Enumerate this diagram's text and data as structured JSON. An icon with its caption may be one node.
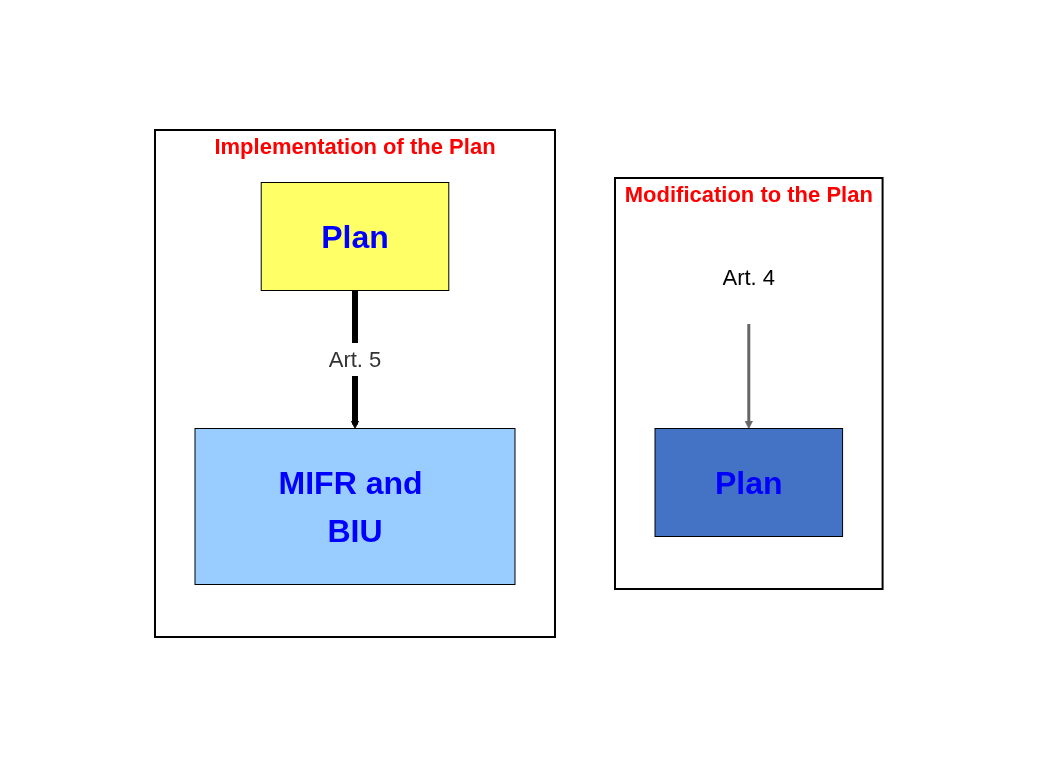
{
  "diagram": {
    "nodes": [
      {
        "text": [
          "Modification to the Plan"
        ]
      },
      {
        "text": [
          "Art. 4"
        ],
        "in": 0
      },
      {
        "text": [
          "Plan"
        ],
        "in": 0
      },
      {
        "text": [
          "Implementation of the Plan"
        ]
      },
      {
        "text": [
          "Plan"
        ],
        "in": 3
      },
      {
        "text": [
          "MIFR and BIU"
        ],
        "in": 3
      }
    ],
    "edges": [
      {
        "from": 1,
        "to": 2,
        "arrow": "to",
        "color": "#666666"
      },
      {
        "from": 4,
        "to": 5,
        "arrow": "to",
        "label": "Art. 5",
        "style": "thick",
        "color": "#000000"
      }
    ]
  }
}
